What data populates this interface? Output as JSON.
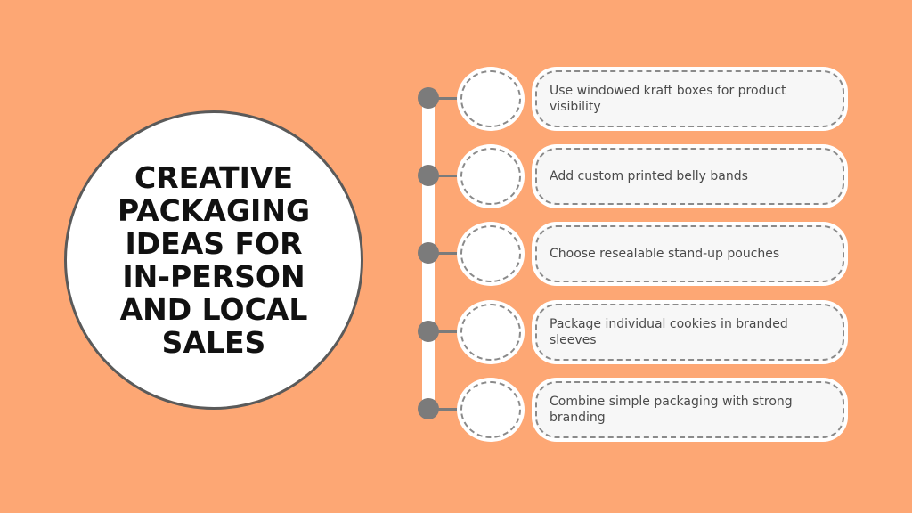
{
  "title": "Creative Packaging Ideas for In-Person and Local Sales",
  "colors": {
    "background": "#FDA774",
    "card": "#ffffff",
    "timeline": "#7b7b7b",
    "title_text": "#111111",
    "item_text": "#4a4a4a"
  },
  "items": [
    {
      "text": "Use windowed kraft boxes for product visibility"
    },
    {
      "text": "Add custom printed belly bands"
    },
    {
      "text": "Choose resealable stand-up pouches"
    },
    {
      "text": "Package individual cookies in branded sleeves"
    },
    {
      "text": "Combine simple packaging with strong branding"
    }
  ]
}
